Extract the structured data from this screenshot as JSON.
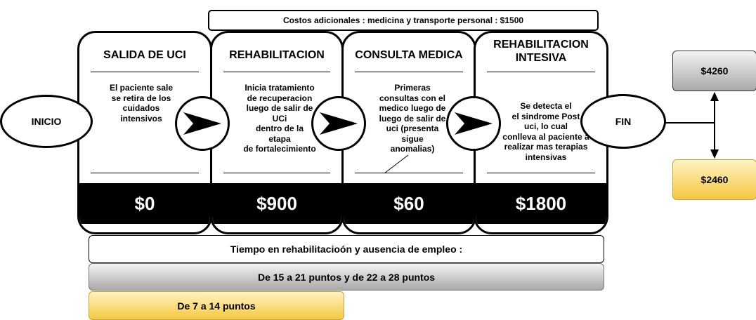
{
  "top_banner": "Costos adicionales : medicina y transporte  personal : $1500",
  "start_label": "INICIO",
  "end_label": "FIN",
  "stages": [
    {
      "title": "SALIDA DE UCI",
      "lines": [
        "El paciente sale",
        "se retira de los",
        "cuidados",
        "intensivos"
      ],
      "price": "$0"
    },
    {
      "title": "REHABILITACION",
      "lines": [
        "Inicia tratamiento",
        "de recuperacion",
        "luego de salir de",
        "UCi",
        "dentro de la",
        "etapa",
        "de fortalecimiento"
      ],
      "price": "$900"
    },
    {
      "title": "CONSULTA MEDICA",
      "lines": [
        "Primeras",
        "consultas con el",
        "medico luego de",
        "luego de salir de",
        "uci (presenta",
        "sigue",
        "anomalias)"
      ],
      "price": "$60"
    },
    {
      "title_lines": [
        "REHABILITACION",
        "INTESIVA"
      ],
      "lines": [
        "Se detecta el",
        "el sindrome Post",
        "uci, lo cual",
        "conlleva al paciente a",
        "realizar mas terapias",
        "intensivas"
      ],
      "price": "$1800"
    }
  ],
  "outcomes": {
    "upper": "$4260",
    "lower": "$2460"
  },
  "bottom": {
    "header": "Tiempo en rehabilitacioón y ausencia de empleo :",
    "grey_bar": "De 15 a 21 puntos  y de 22 a 28 puntos",
    "yellow_bar": "De 7 a 14 puntos"
  },
  "colors": {
    "stroke": "#000000",
    "price_band": "#000000",
    "price_text": "#ffffff",
    "grey_fill": "#c8c8c8",
    "yellow_fill": "#f5c842"
  }
}
